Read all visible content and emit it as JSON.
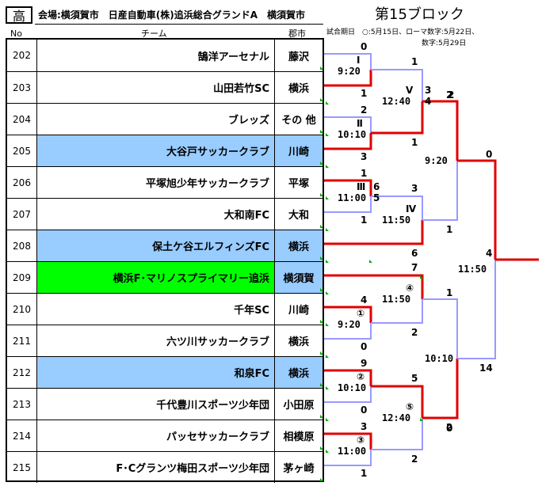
{
  "header": {
    "category": "高",
    "venue": "会場:横須賀市　日産自動車(株)追浜総合グランドA　横須賀市",
    "block": "第15ブロック",
    "col_no": "No",
    "col_team": "チーム",
    "col_city": "郡市",
    "legend_line1": "試合期日　○:5月15日、ローマ数字:5月22日、",
    "legend_line2": "数字:5月29日"
  },
  "colors": {
    "win": "#e00000",
    "lose": "#9999ff",
    "blue_row": "#99ccff",
    "green_row": "#00ff00",
    "marker": "#00aa00"
  },
  "teams": [
    {
      "no": "202",
      "name": "鵠洋アーセナル",
      "city": "藤沢",
      "style": "white"
    },
    {
      "no": "203",
      "name": "山田若竹SC",
      "city": "横浜",
      "style": "white"
    },
    {
      "no": "204",
      "name": "ブレッズ",
      "city": "その 他",
      "style": "white"
    },
    {
      "no": "205",
      "name": "大谷戸サッカークラブ",
      "city": "川崎",
      "style": "blue"
    },
    {
      "no": "206",
      "name": "平塚旭少年サッカークラブ",
      "city": "平塚",
      "style": "white"
    },
    {
      "no": "207",
      "name": "大和南FC",
      "city": "大和",
      "style": "white"
    },
    {
      "no": "208",
      "name": "保土ケ谷エルフィンズFC",
      "city": "横浜",
      "style": "blue"
    },
    {
      "no": "209",
      "name": "横浜F･マリノスプライマリー追浜",
      "city": "横須賀",
      "style": "green"
    },
    {
      "no": "210",
      "name": "千年SC",
      "city": "川崎",
      "style": "white"
    },
    {
      "no": "211",
      "name": "六ツ川サッカークラブ",
      "city": "横浜",
      "style": "white"
    },
    {
      "no": "212",
      "name": "和泉FC",
      "city": "横浜",
      "style": "blue"
    },
    {
      "no": "213",
      "name": "千代豊川スポーツ少年団",
      "city": "小田原",
      "style": "white"
    },
    {
      "no": "214",
      "name": "パッセサッカークラブ",
      "city": "相模原",
      "style": "white"
    },
    {
      "no": "215",
      "name": "F･Cグランツ梅田スポーツ少年団",
      "city": "茅ヶ崎",
      "style": "white"
    }
  ],
  "bracket": {
    "round1": [
      {
        "id": "Ⅰ",
        "time": "9:20",
        "top": "0",
        "bottom": "1"
      },
      {
        "id": "Ⅱ",
        "time": "10:10",
        "top": "2",
        "bottom": "3"
      },
      {
        "id": "Ⅲ",
        "time": "11:00",
        "top": "1",
        "bottom": "1",
        "pk_top": "6",
        "pk_bottom": "5"
      },
      {
        "id": "①",
        "time": "9:20",
        "top": "4",
        "bottom": "0"
      },
      {
        "id": "②",
        "time": "10:10",
        "top": "9",
        "bottom": "0"
      },
      {
        "id": "③",
        "time": "11:00",
        "top": "3",
        "bottom": "1"
      }
    ],
    "round2": [
      {
        "id": "Ⅴ",
        "time": "12:40",
        "top": "1",
        "bottom": "1",
        "pk_top": "3",
        "pk_bottom": "4"
      },
      {
        "id": "Ⅳ",
        "time": "11:50",
        "top": "3",
        "bottom": "6"
      },
      {
        "id": "④",
        "time": "11:50",
        "top": "7",
        "bottom": "2"
      },
      {
        "id": "⑤",
        "time": "12:40",
        "top": "5",
        "bottom": "2"
      }
    ],
    "round3": [
      {
        "time": "9:20",
        "top": "2",
        "bottom": "1"
      },
      {
        "time": "10:10",
        "top": "1",
        "bottom": "2"
      }
    ],
    "round3_extra": {
      "left_top_label": "2",
      "right_bottom_label": "0"
    },
    "final": {
      "time": "11:50",
      "top": "0",
      "bottom": "14",
      "winner": "4"
    }
  }
}
